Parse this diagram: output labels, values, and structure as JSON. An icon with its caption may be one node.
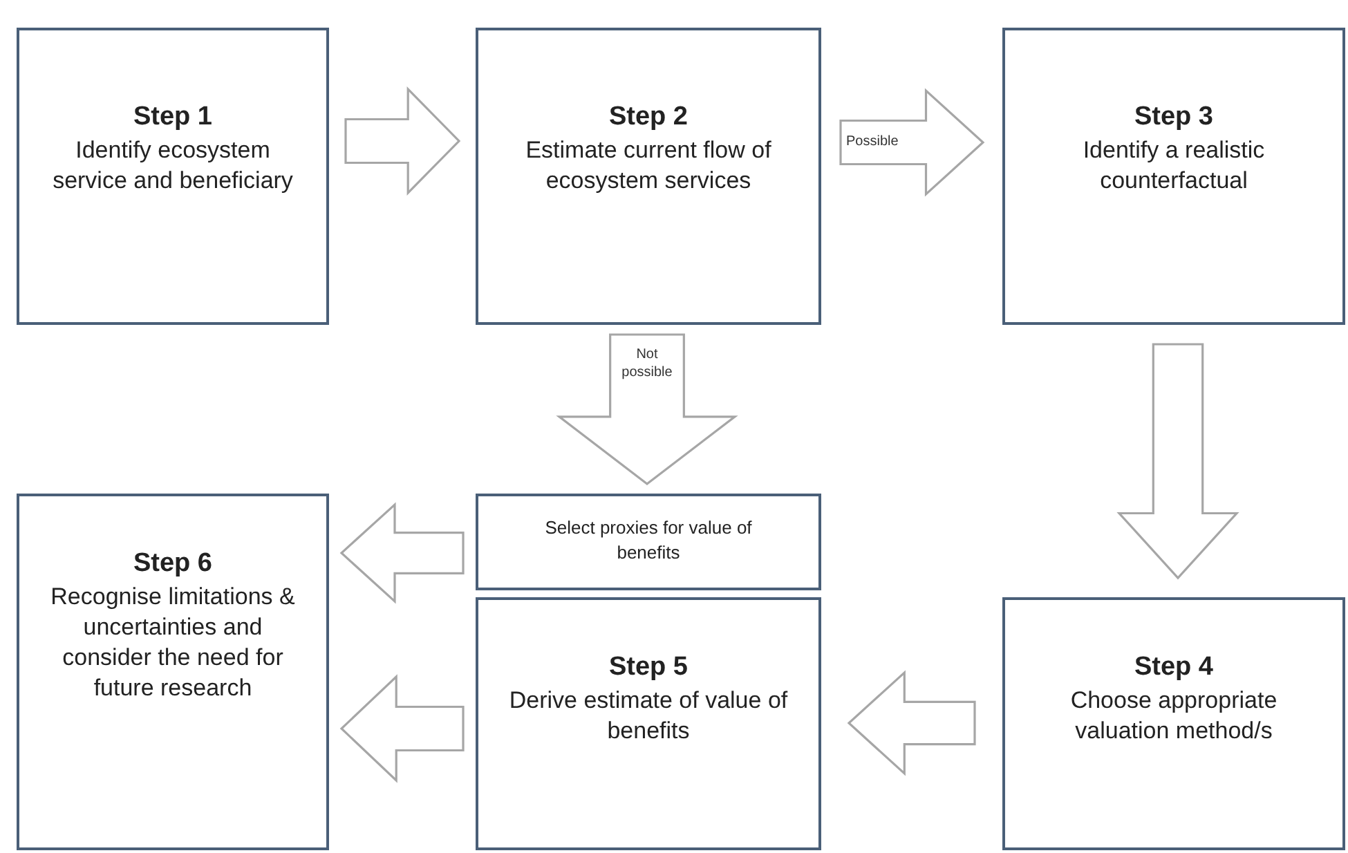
{
  "diagram": {
    "nodes": [
      {
        "text": [
          "Step 1",
          "Identify ecosystem service and beneficiary"
        ]
      },
      {
        "text": [
          "Step 2",
          "Estimate current flow of ecosystem services"
        ]
      },
      {
        "text": [
          "Step 3",
          "Identify a realistic counterfactual"
        ]
      },
      {
        "text": [
          "Select proxies for value of benefits"
        ]
      },
      {
        "text": [
          "Step 6",
          "Recognise limitations & uncertainties and consider the need for future research"
        ]
      },
      {
        "text": [
          "Step 5",
          "Derive estimate of value of benefits"
        ]
      },
      {
        "text": [
          "Step 4",
          "Choose appropriate valuation method/s"
        ]
      }
    ],
    "edges": [
      {
        "from": 0,
        "to": 1,
        "arrow": "to"
      },
      {
        "from": 1,
        "to": 2,
        "arrow": "to",
        "label": "Possible"
      },
      {
        "from": 1,
        "to": 3,
        "arrow": "to",
        "label": "Not possible"
      },
      {
        "from": 2,
        "to": 6,
        "arrow": "to"
      },
      {
        "from": 3,
        "to": 4,
        "arrow": "to"
      },
      {
        "from": 5,
        "to": 4,
        "arrow": "to"
      },
      {
        "from": 6,
        "to": 5,
        "arrow": "to"
      }
    ]
  }
}
